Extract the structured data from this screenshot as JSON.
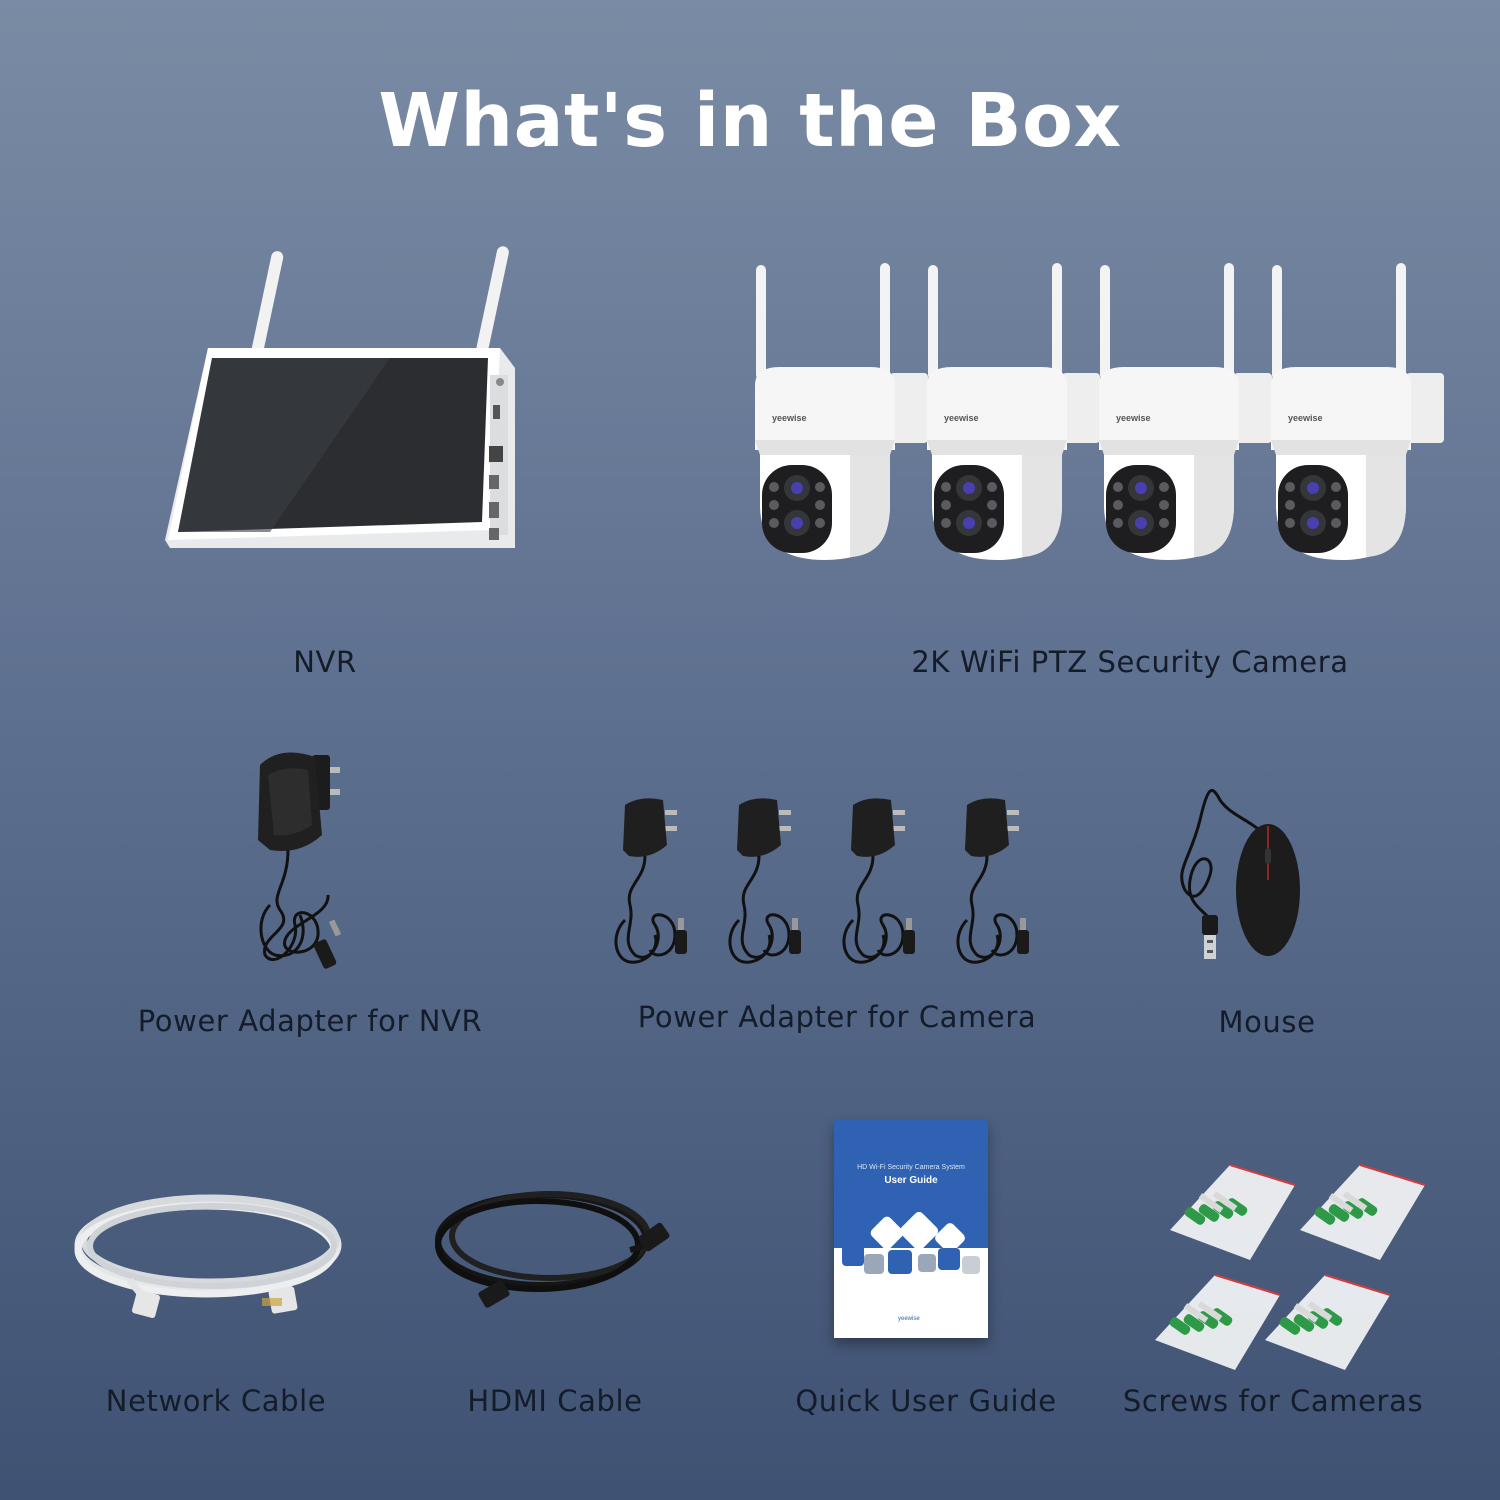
{
  "title": "What's in the Box",
  "items": {
    "nvr": "NVR",
    "camera": "2K WiFi PTZ Security Camera",
    "nvr_adapter": "Power Adapter for NVR",
    "camera_adapter": "Power Adapter for Camera",
    "mouse": "Mouse",
    "network_cable": "Network Cable",
    "hdmi_cable": "HDMI Cable",
    "user_guide": "Quick User Guide",
    "screws": "Screws for Cameras"
  },
  "camera_brand": "yeewise",
  "guide": {
    "subtitle": "HD Wi-Fi Security Camera System",
    "heading": "User Guide",
    "brand": "yeewise"
  },
  "colors": {
    "background_top": "#7a8ba4",
    "background_bottom": "#3f5273",
    "title": "#ffffff",
    "label": "#141c2a",
    "guide_blue": "#2f62b2",
    "screw_anchor_green": "#2e9a48"
  }
}
